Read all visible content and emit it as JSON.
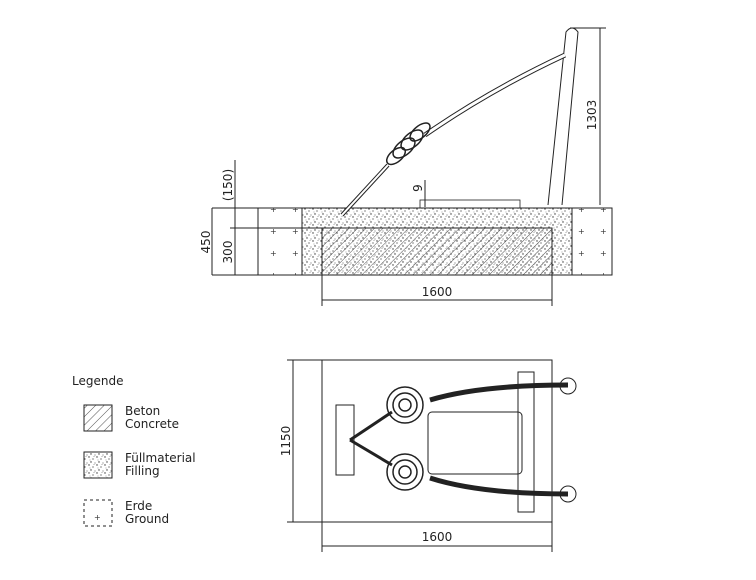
{
  "side_view": {
    "dim_width": "1600",
    "dim_total_depth": "450",
    "dim_concrete_depth": "300",
    "dim_top_layer": "(150)",
    "dim_height": "1303",
    "dim_small": "9"
  },
  "top_view": {
    "dim_width": "1600",
    "dim_depth": "1150"
  },
  "legend": {
    "title": "Legende",
    "items": [
      {
        "line1": "Beton",
        "line2": "Concrete"
      },
      {
        "line1": "Füllmaterial",
        "line2": "Filling"
      },
      {
        "line1": "Erde",
        "line2": "Ground"
      }
    ]
  }
}
